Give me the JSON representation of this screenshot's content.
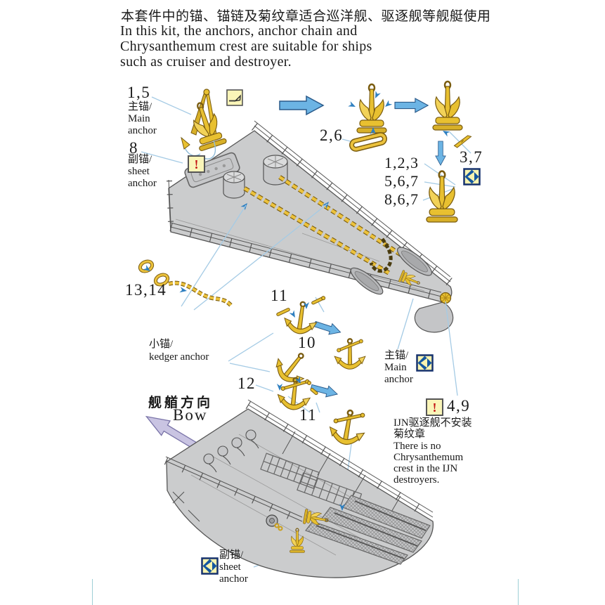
{
  "header": {
    "title_cn": "本套件中的锚、锚链及菊纹章适合巡洋舰、驱逐舰等舰艇使用",
    "desc_line1": "In this kit, the anchors, anchor chain and",
    "desc_line2": "Chrysanthemum crest are suitable for ships",
    "desc_line3": "such as cruiser and destroyer."
  },
  "callouts": {
    "main_anchor_top": {
      "num": "1,5",
      "cn": "主锚/",
      "en1": "Main",
      "en2": "anchor"
    },
    "sheet_anchor_top": {
      "num": "8",
      "cn": "副锚/",
      "en1": "sheet",
      "en2": "anchor"
    },
    "stock_part": {
      "num": "2,6"
    },
    "assembly_steps": {
      "line1": "1,2,3",
      "line2": "5,6,7",
      "line3": "8,6,7"
    },
    "crest_part": {
      "num": "3,7"
    },
    "chain_part": {
      "num": "13,14"
    },
    "kedger_stock_part": {
      "num": "11"
    },
    "kedger_assembled": {
      "num": "10"
    },
    "kedger_label": {
      "cn": "小锚/",
      "en": "kedger anchor"
    },
    "kedger2": {
      "num": "12"
    },
    "kedger2_stock": {
      "num": "11"
    },
    "main_anchor_deck": {
      "cn": "主锚/",
      "en1": "Main",
      "en2": "anchor"
    },
    "bow": {
      "cn": "舰艏方向",
      "en": "Bow"
    },
    "crest_note": {
      "num": "4,9",
      "cn1": "IJN驱逐舰不安装",
      "cn2": "菊纹章",
      "en1": "There is no",
      "en2": "Chrysanthemum",
      "en3": "crest in the IJN",
      "en4": "destroyers."
    },
    "sheet_anchor_deck": {
      "cn": "副锚/",
      "en1": "sheet",
      "en2": "anchor"
    }
  },
  "icons": {
    "caution_mark": "!",
    "fold_icon_name": "fold-here",
    "attach_icon_name": "attach-both-sides"
  },
  "colors": {
    "gold": "#e8c030",
    "gold_dark": "#7a5c10",
    "deck_gray": "#cbcccd",
    "arrow_blue": "#6cb4e4",
    "arrow_blue_dark": "#2a5a8a",
    "leader_blue": "#a5cbe5",
    "icon_bg": "#faf5b8",
    "caution_red": "#c41414",
    "diamond_blue": "#1457a0",
    "bow_arrow_lavender": "#c9c4e2"
  }
}
